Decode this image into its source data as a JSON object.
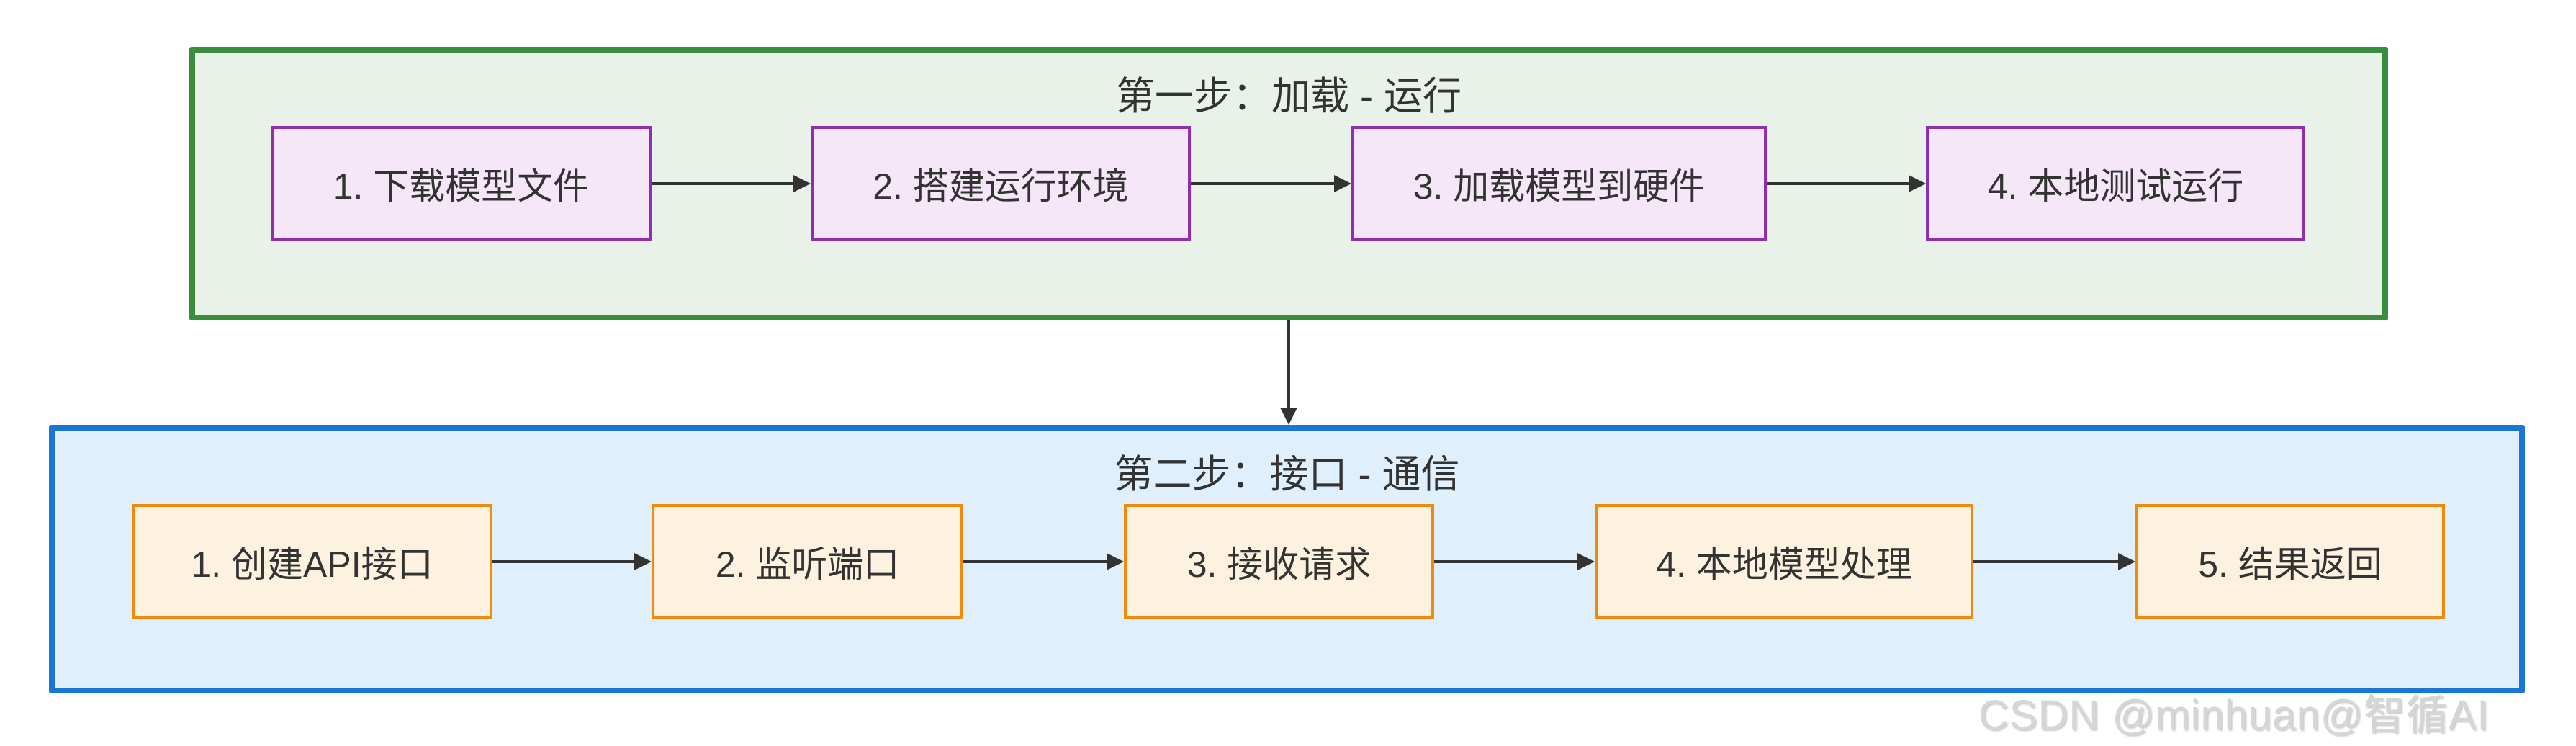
{
  "page": {
    "background": "#ffffff"
  },
  "diagram": {
    "arrow_color": "#333333",
    "text_color": "#333333",
    "sections": [
      {
        "title": "第一步：加载 - 运行",
        "border": "#388e3c",
        "fill": "#e9f2e9",
        "node_border": "#8e2fb0",
        "node_fill": "#f5e6f8",
        "nodes": [
          {
            "label": "1. 下载模型文件"
          },
          {
            "label": "2. 搭建运行环境"
          },
          {
            "label": "3. 加载模型到硬件"
          },
          {
            "label": "4. 本地测试运行"
          }
        ]
      },
      {
        "title": "第二步：接口 - 通信",
        "border": "#1976d2",
        "fill": "#e0effc",
        "node_border": "#f08a0e",
        "node_fill": "#fdf2df",
        "nodes": [
          {
            "label": "1. 创建API接口"
          },
          {
            "label": "2. 监听端口"
          },
          {
            "label": "3. 接收请求"
          },
          {
            "label": "4. 本地模型处理"
          },
          {
            "label": "5. 结果返回"
          }
        ]
      }
    ]
  },
  "watermark": {
    "text": "CSDN @minhuan@智循AI",
    "color": "#d6d6d6"
  }
}
